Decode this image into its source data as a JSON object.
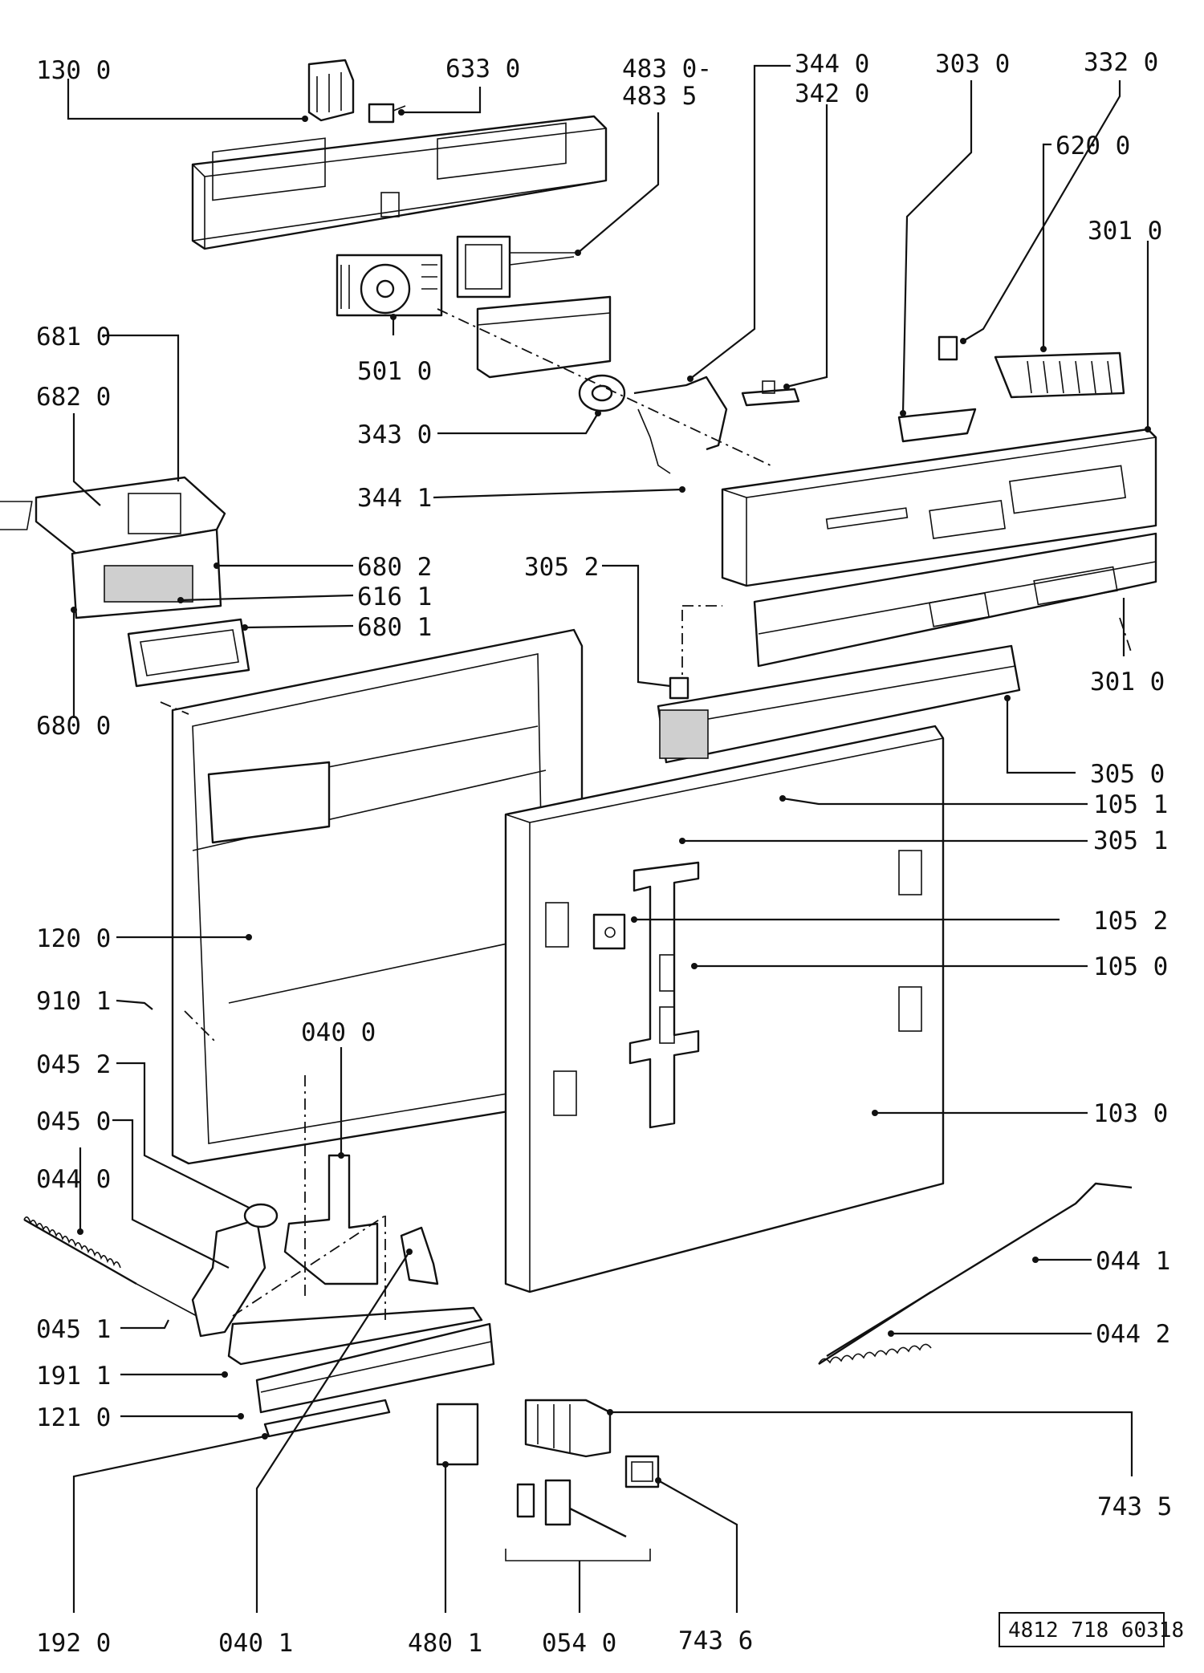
{
  "diagram": {
    "labels": [
      "130 0",
      "633 0",
      "483 0-",
      "483 5",
      "344 0",
      "342 0",
      "303 0",
      "332 0",
      "620 0",
      "301 0",
      "681 0",
      "682 0",
      "501 0",
      "343 0",
      "344 1",
      "680 2",
      "616 1",
      "680 1",
      "305 2",
      "680 0",
      "301 0",
      "305 0",
      "105 1",
      "305 1",
      "105 2",
      "105 0",
      "120 0",
      "910 1",
      "040 0",
      "045 2",
      "045 0",
      "103 0",
      "044 0",
      "044 1",
      "045 1",
      "044 2",
      "191 1",
      "121 0",
      "743 5",
      "192 0",
      "040 1",
      "480 1",
      "054 0",
      "743 6"
    ],
    "reference_number": "4812 718 60318"
  }
}
